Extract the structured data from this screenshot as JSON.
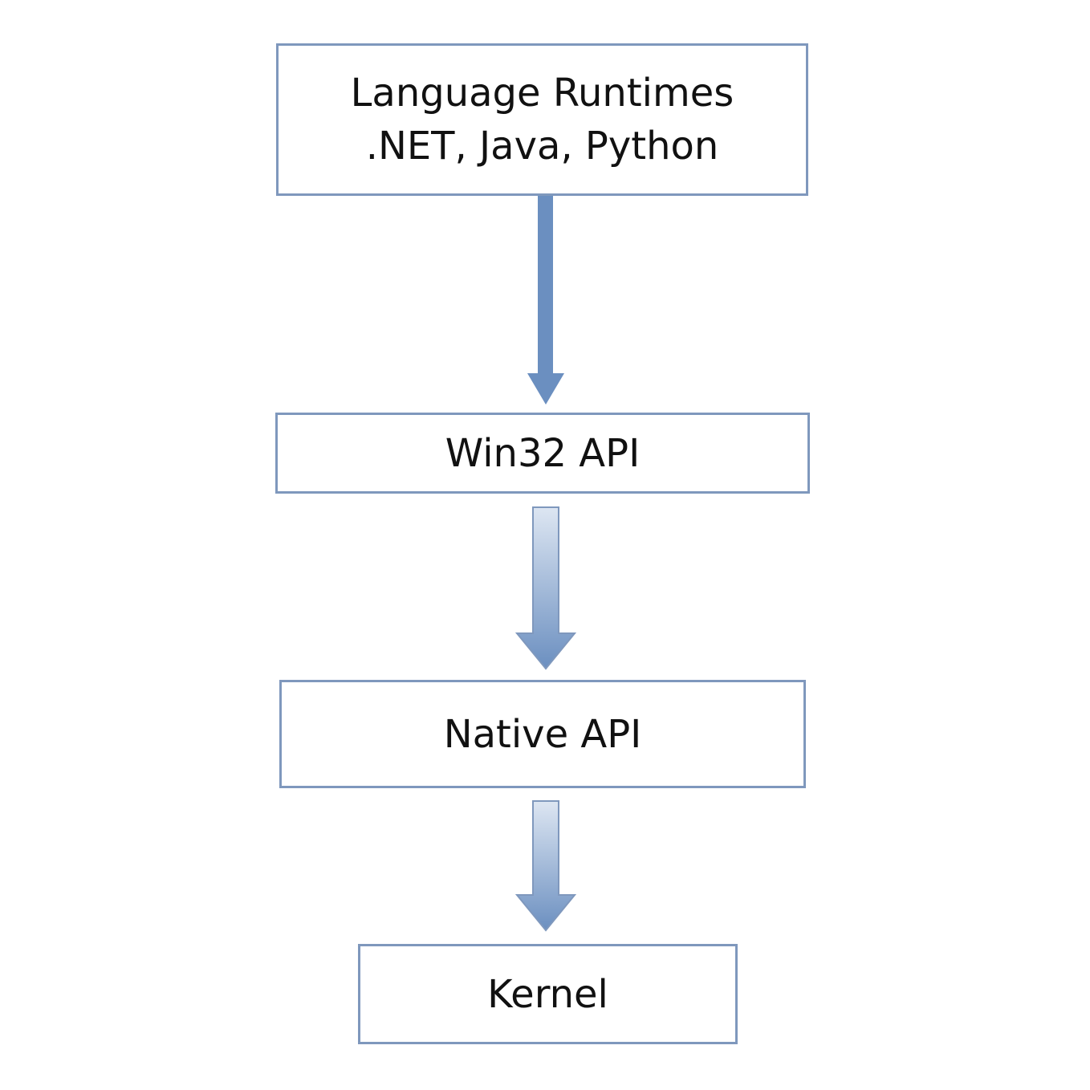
{
  "diagram": {
    "layers": [
      {
        "id": "runtimes",
        "lines": [
          "Language Runtimes",
          ".NET, Java, Python"
        ]
      },
      {
        "id": "win32",
        "lines": [
          "Win32 API"
        ]
      },
      {
        "id": "native",
        "lines": [
          "Native API"
        ]
      },
      {
        "id": "kernel",
        "lines": [
          "Kernel"
        ]
      }
    ],
    "arrows": [
      {
        "from": "runtimes",
        "to": "win32",
        "style": "solid"
      },
      {
        "from": "win32",
        "to": "native",
        "style": "gradient"
      },
      {
        "from": "native",
        "to": "kernel",
        "style": "gradient"
      }
    ],
    "colors": {
      "box_border": "#7f98bd",
      "arrow_solid": "#6b8fc0",
      "arrow_gradient_top": "#dde6f2",
      "arrow_gradient_bottom": "#6b8fc0",
      "text": "#111111",
      "background": "#ffffff"
    }
  }
}
